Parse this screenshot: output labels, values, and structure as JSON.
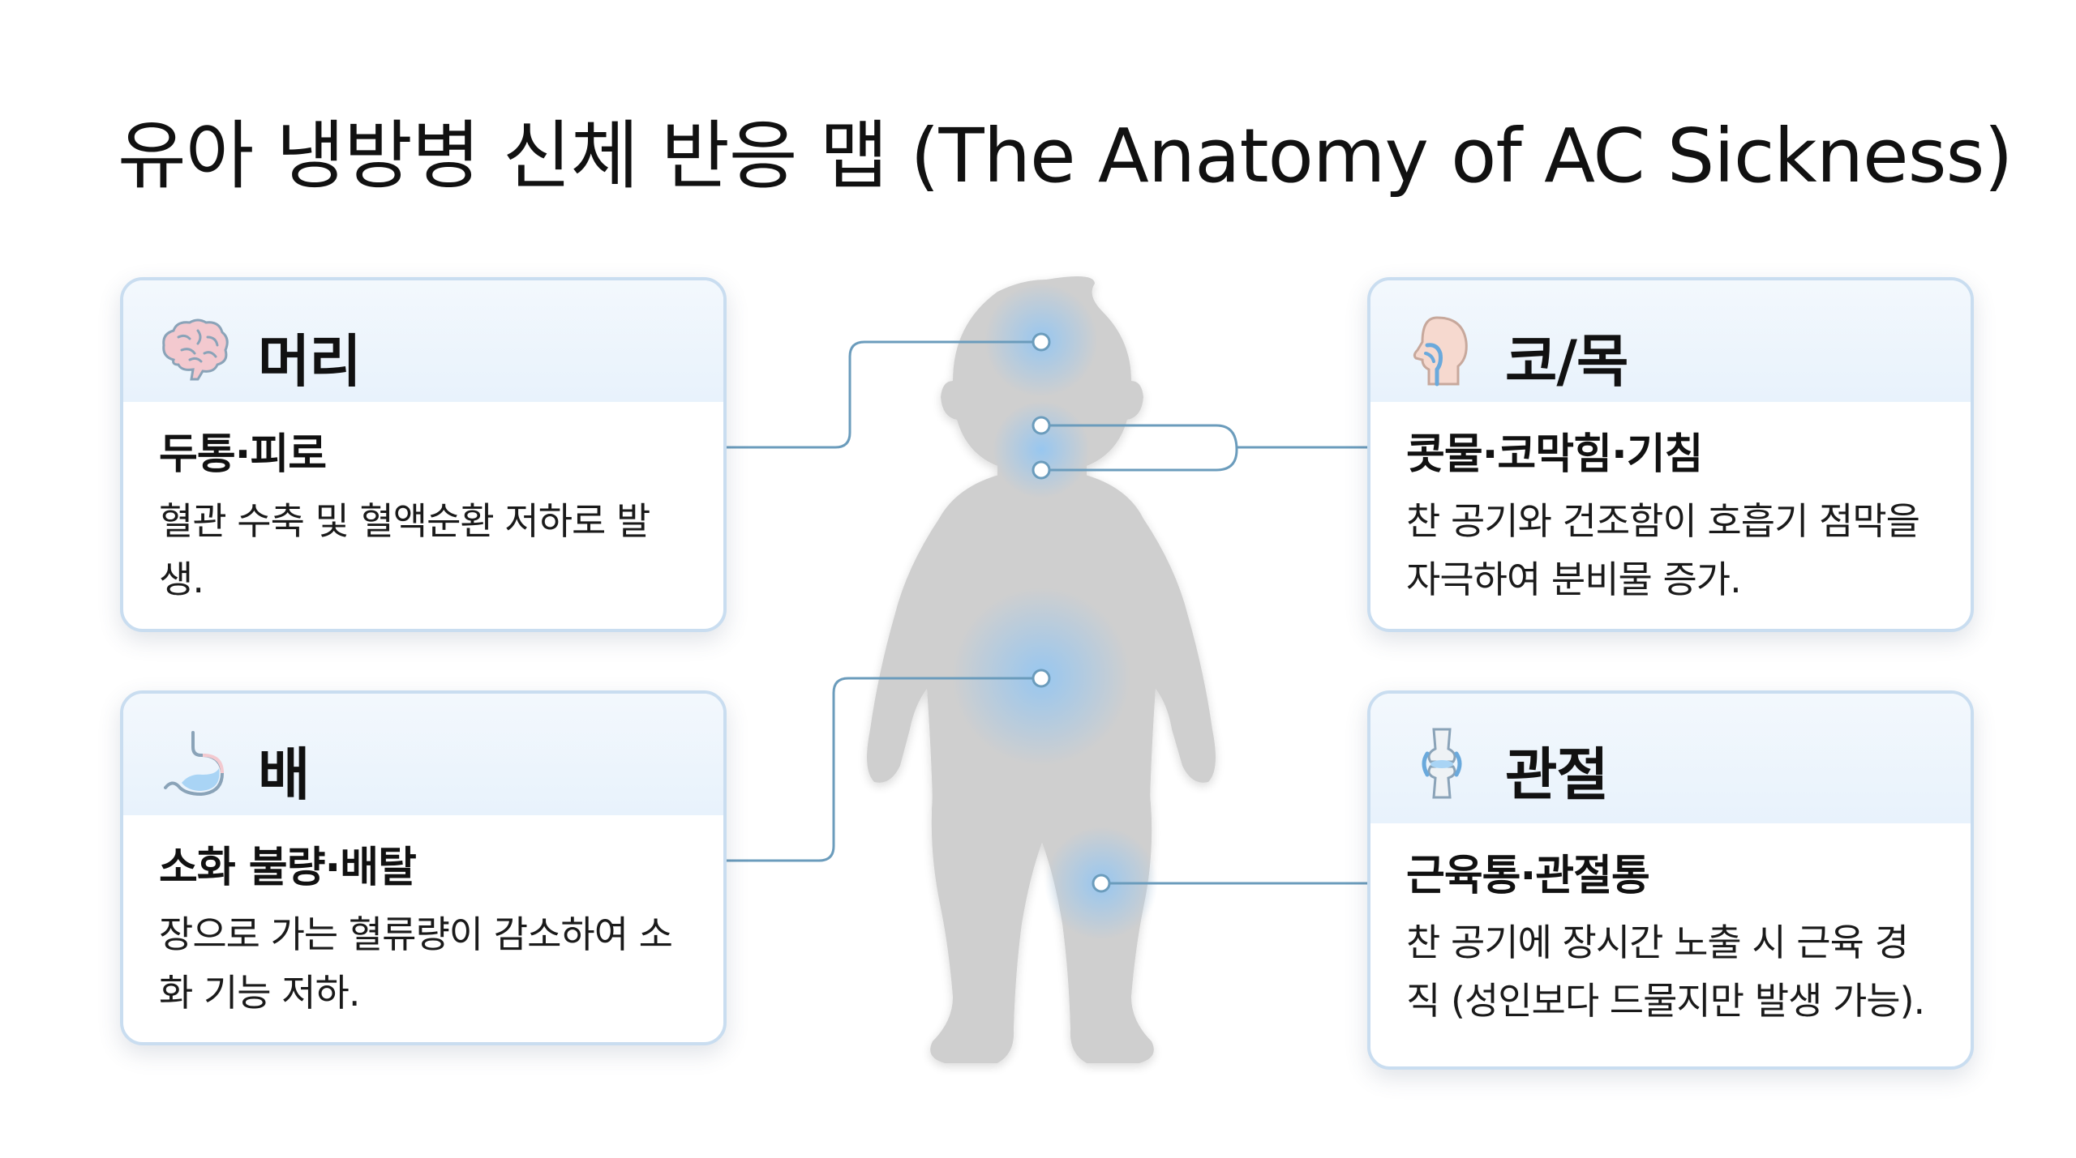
{
  "title": "유아 냉방병 신체 반응 맵 (The Anatomy of AC Sickness)",
  "colors": {
    "connector": "#6b9cbc",
    "figure": "#cfcfcf",
    "glow": "#8ec5f5",
    "card_border": "#c9ddf0",
    "card_header": "#e8f2fc"
  },
  "cards": {
    "head": {
      "icon": "brain-icon",
      "label": "머리",
      "symptom": "두통·피로",
      "description": "혈관 수축 및 혈액순환 저하로 발생."
    },
    "belly": {
      "icon": "stomach-icon",
      "label": "배",
      "symptom": "소화 불량·배탈",
      "description": "장으로 가는 혈류량이 감소하여 소화 기능 저하."
    },
    "nose": {
      "icon": "nose-throat-icon",
      "label": "코/목",
      "symptom": "콧물·코막힘·기침",
      "description": "찬 공기와 건조함이 호흡기 점막을 자극하여 분비물 증가."
    },
    "joint": {
      "icon": "knee-joint-icon",
      "label": "관절",
      "symptom": "근육통·관절통",
      "description": "찬 공기에 장시간 노출 시 근육 경직 (성인보다 드물지만 발생 가능)."
    }
  }
}
